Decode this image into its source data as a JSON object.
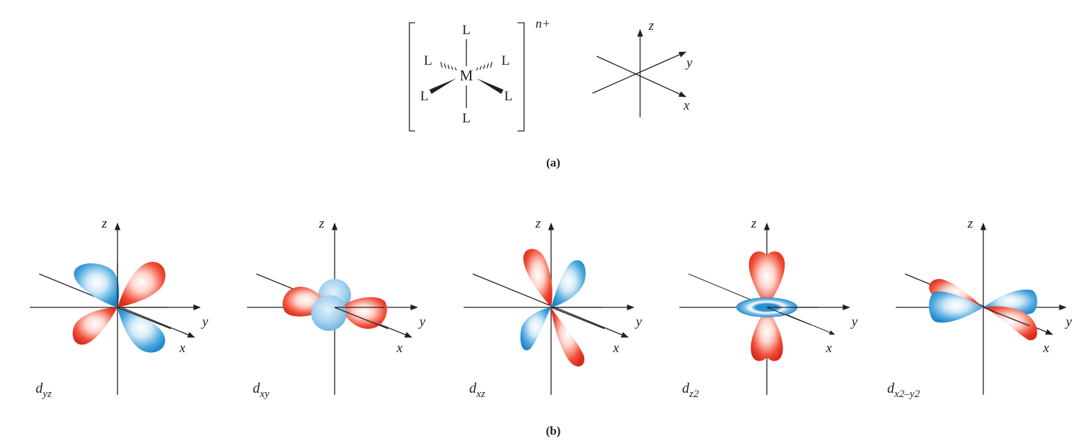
{
  "panel_a": {
    "label": "(a)",
    "complex": {
      "metal": "M",
      "ligand": "L",
      "charge": "n+"
    },
    "axes": {
      "x": "x",
      "y": "y",
      "z": "z"
    }
  },
  "panel_b": {
    "label": "(b)",
    "orbitals": [
      {
        "name": "d",
        "sub": "yz",
        "sub2": "",
        "sub3": ""
      },
      {
        "name": "d",
        "sub": "xy",
        "sub2": "",
        "sub3": ""
      },
      {
        "name": "d",
        "sub": "xz",
        "sub2": "",
        "sub3": ""
      },
      {
        "name": "d",
        "sub": "z",
        "sub2": "2",
        "sub3": ""
      },
      {
        "name": "d",
        "sub": "x",
        "sub2": "2–",
        "sub3": "y2"
      }
    ],
    "axes": {
      "x": "x",
      "y": "y",
      "z": "z"
    }
  },
  "colors": {
    "positive_lobe": "#e8412f",
    "negative_lobe": "#3a9bd6",
    "ink": "#231f20"
  }
}
